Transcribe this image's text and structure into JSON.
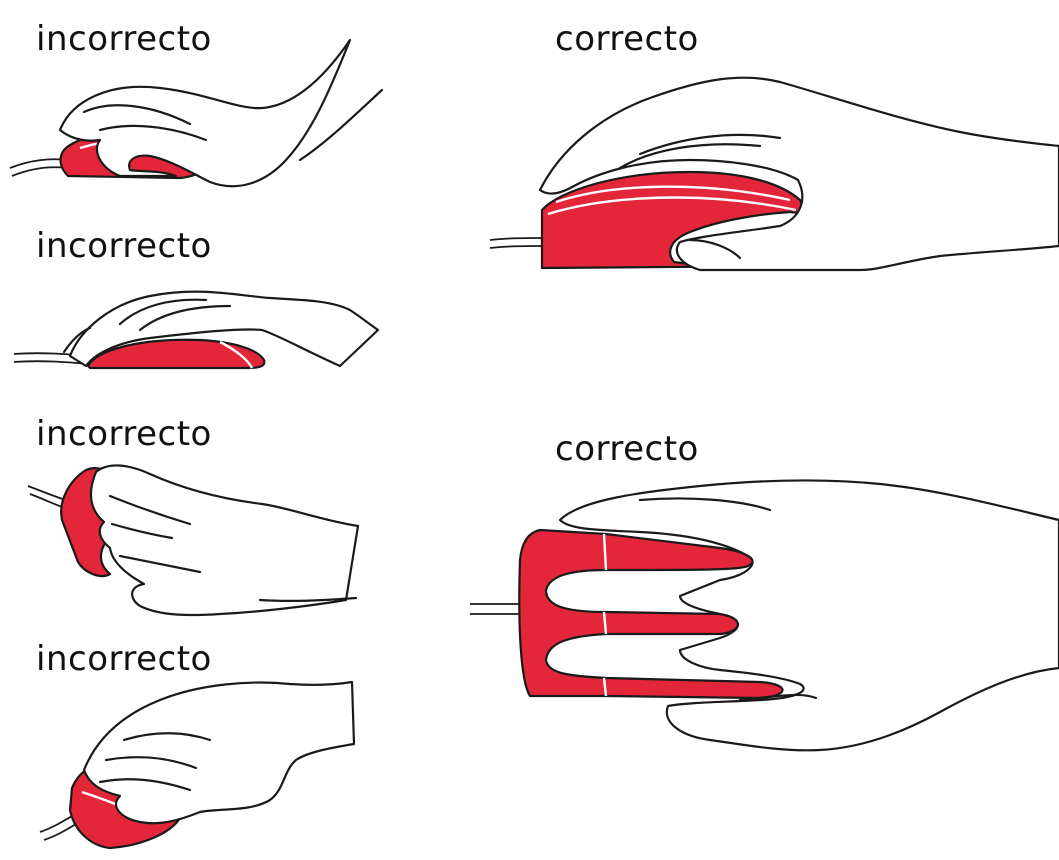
{
  "colors": {
    "mouse_fill": "#e3263a",
    "outline": "#1a1a1a",
    "background": "#ffffff"
  },
  "panels": [
    {
      "label": "incorrecto"
    },
    {
      "label": "incorrecto"
    },
    {
      "label": "incorrecto"
    },
    {
      "label": "incorrecto"
    },
    {
      "label": "correcto"
    },
    {
      "label": "correcto"
    }
  ]
}
